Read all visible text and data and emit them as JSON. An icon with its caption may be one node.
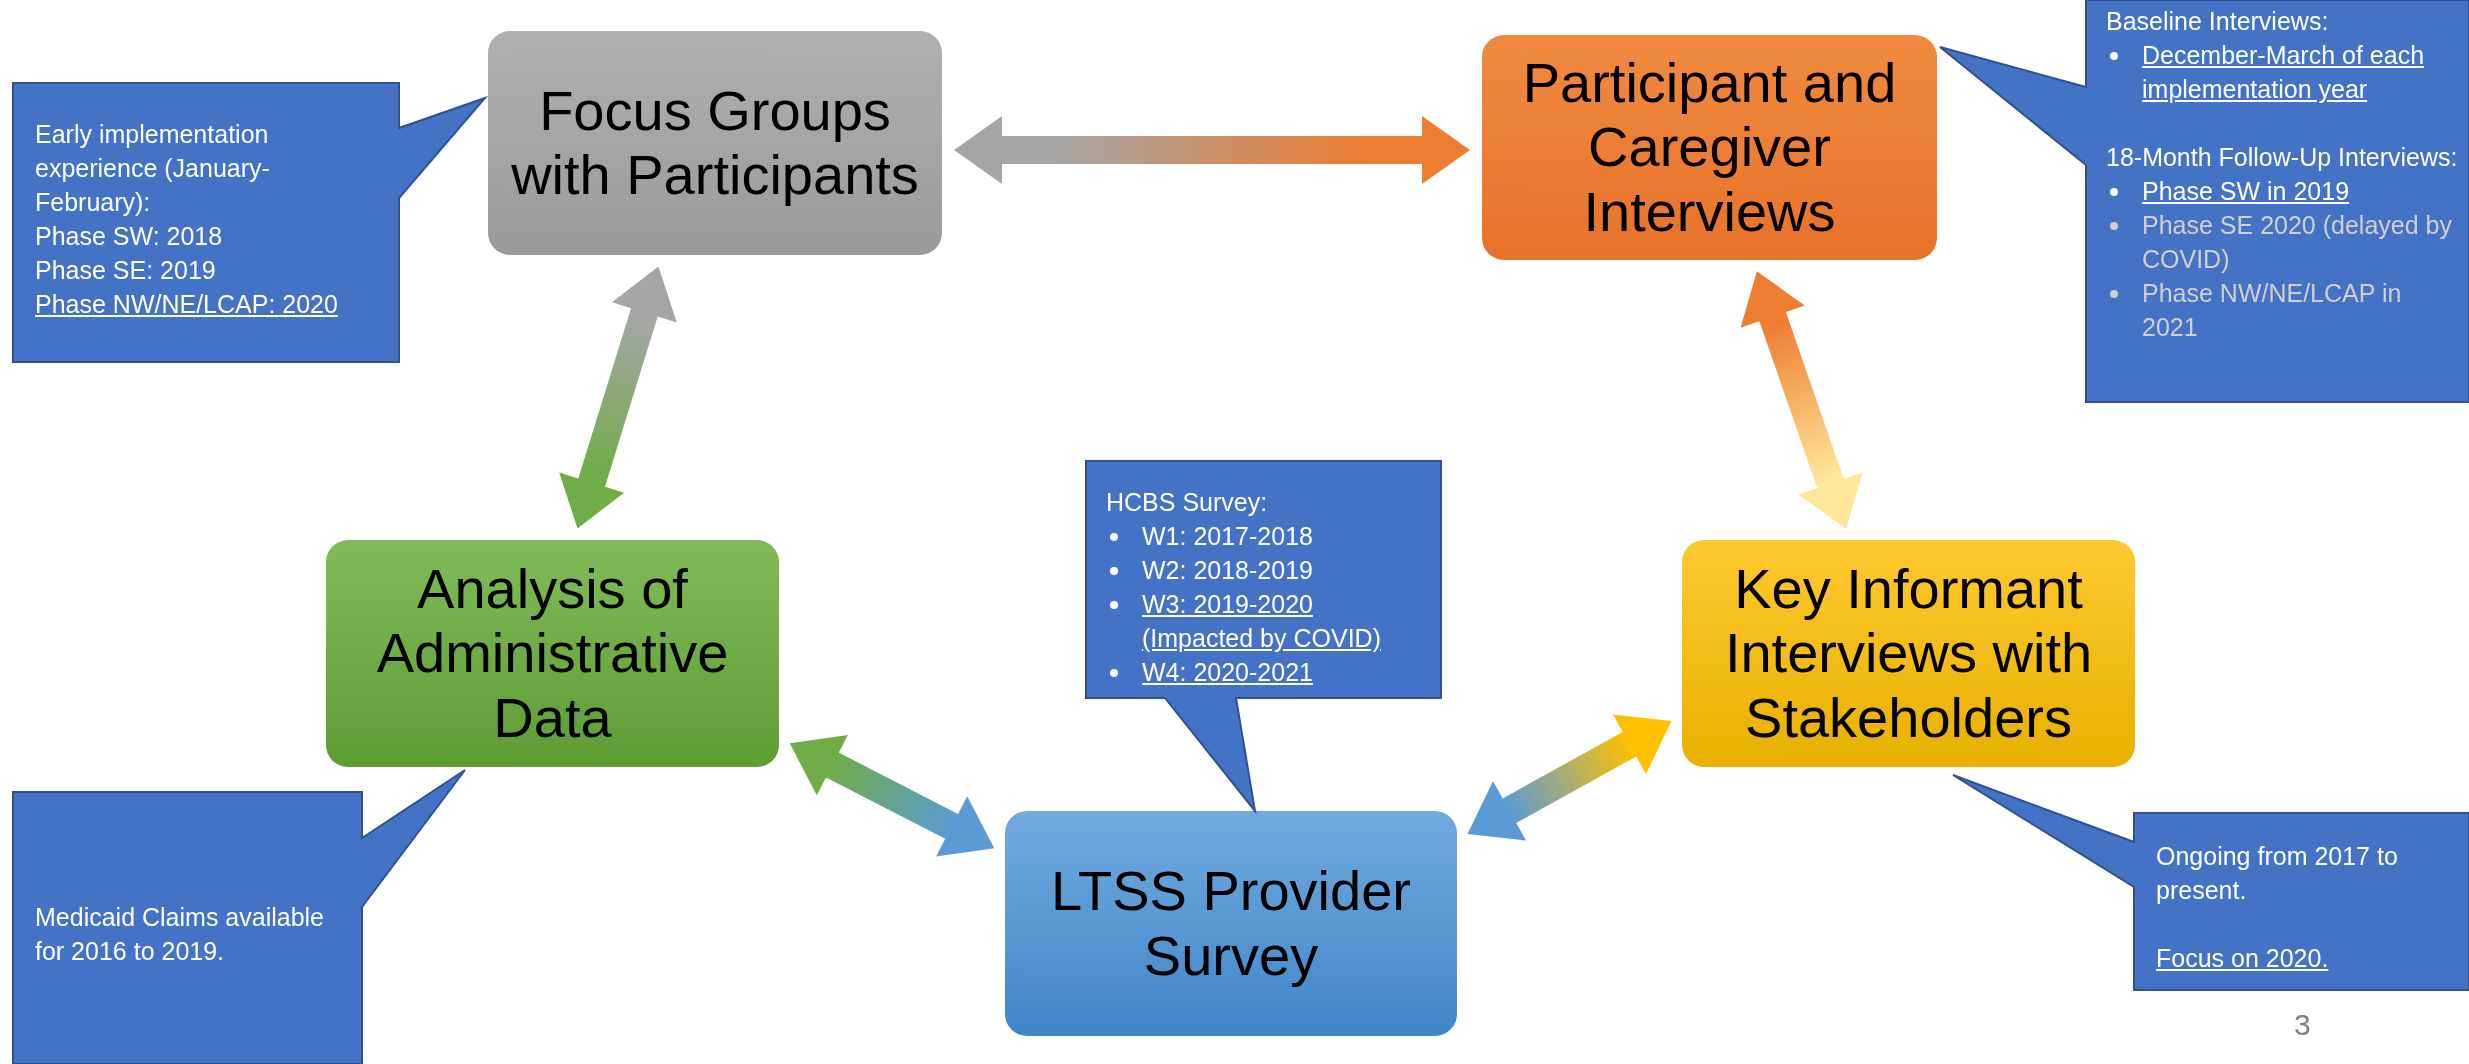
{
  "diagram": {
    "nodes": [
      {
        "text": [
          "Focus Groups with Participants"
        ]
      },
      {
        "text": [
          "Participant and Caregiver Interviews"
        ]
      },
      {
        "text": [
          "Analysis of Administrative Data"
        ]
      },
      {
        "text": [
          "Key Informant Interviews with Stakeholders"
        ]
      },
      {
        "text": [
          "LTSS Provider Survey"
        ]
      },
      {
        "text": [
          "Early implementation experience (January-February):",
          "Phase SW: 2018",
          "Phase SE: 2019",
          "Phase NW/NE/LCAP: 2020"
        ]
      },
      {
        "text": [
          "Baseline Interviews:",
          "December-March of each implementation year",
          "18-Month Follow-Up Interviews:",
          "Phase SW in 2019",
          "Phase SE 2020 (delayed by COVID)",
          "Phase NW/NE/LCAP in 2021"
        ]
      },
      {
        "text": [
          "HCBS Survey:",
          "W1: 2017-2018",
          "W2: 2018-2019",
          "W3: 2019-2020 (Impacted by COVID)",
          "W4: 2020-2021"
        ]
      },
      {
        "text": [
          "Medicaid Claims available for 2016 to 2019."
        ]
      },
      {
        "text": [
          "Ongoing from 2017 to present.",
          "Focus on 2020."
        ]
      }
    ],
    "edges": [
      {
        "from": 0,
        "to": 1,
        "arrow": "both"
      },
      {
        "from": 0,
        "to": 2,
        "arrow": "both"
      },
      {
        "from": 2,
        "to": 4,
        "arrow": "both"
      },
      {
        "from": 4,
        "to": 3,
        "arrow": "both"
      },
      {
        "from": 1,
        "to": 3,
        "arrow": "both"
      }
    ],
    "labels": [
      "3"
    ]
  }
}
